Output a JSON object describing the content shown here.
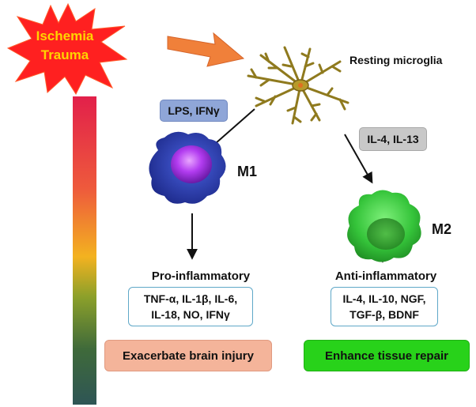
{
  "stimulus": {
    "line1": "Ischemia",
    "line2": "Trauma"
  },
  "resting": {
    "label": "Resting microglia"
  },
  "m1": {
    "stimulus_label": "LPS, IFNγ",
    "label": "M1",
    "type_label": "Pro-inflammatory",
    "cytokines_line1": "TNF-α, IL-1β, IL-6,",
    "cytokines_line2": "IL-18, NO, IFNγ",
    "outcome": "Exacerbate brain injury"
  },
  "m2": {
    "stimulus_label": "IL-4, IL-13",
    "label": "M2",
    "type_label": "Anti-inflammatory",
    "cytokines_line1": "IL-4, IL-10, NGF,",
    "cytokines_line2": "TGF-β, BDNF",
    "outcome": "Enhance tissue repair"
  },
  "colors": {
    "star": "#ff2020",
    "star_text": "#ffd400",
    "arrow_orange": "#f0803a",
    "lps_box": "#8fa6d8",
    "il4_box": "#c8c8c8",
    "m1_cell": "#2f3fc0",
    "m1_nucleus": "#b23cf0",
    "m2_cell": "#35c43a",
    "pro_outcome": "#f4b49a",
    "anti_outcome": "#28d21a",
    "cytokine_border": "#5fa8c8",
    "microglia": "#8f7a1e"
  },
  "icons": [
    "starburst-icon",
    "orange-arrow-icon",
    "microglia-icon",
    "m1-cell-icon",
    "m2-cell-icon",
    "severity-gradient-bar"
  ]
}
